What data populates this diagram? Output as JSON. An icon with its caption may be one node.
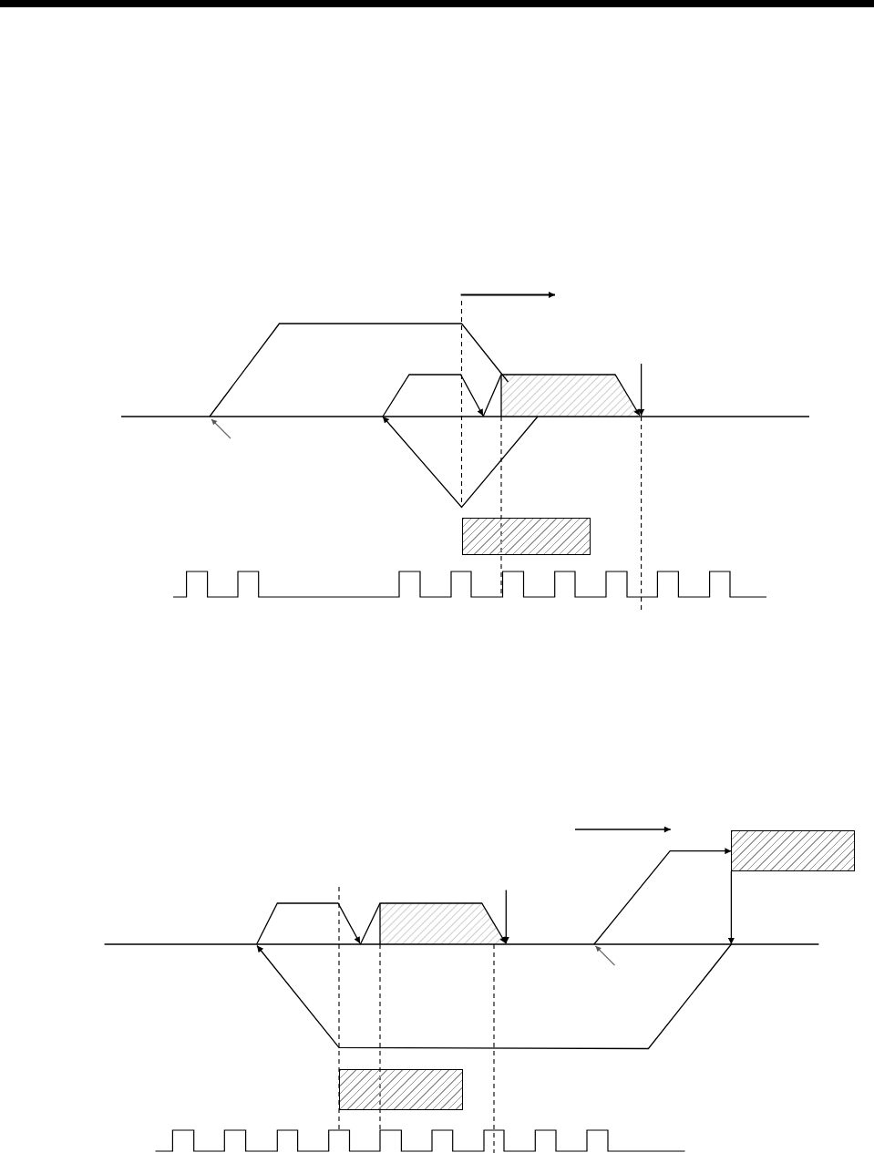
{
  "diagram": {
    "nodes": [
      {
        "text": [],
        "shape": "box"
      },
      {
        "text": [],
        "shape": "box"
      },
      {
        "text": [],
        "shape": "box"
      }
    ],
    "edges": [
      {
        "from": null,
        "to": 1,
        "arrow": "to"
      },
      {
        "from": 1,
        "to": null,
        "arrow": "to"
      }
    ]
  }
}
